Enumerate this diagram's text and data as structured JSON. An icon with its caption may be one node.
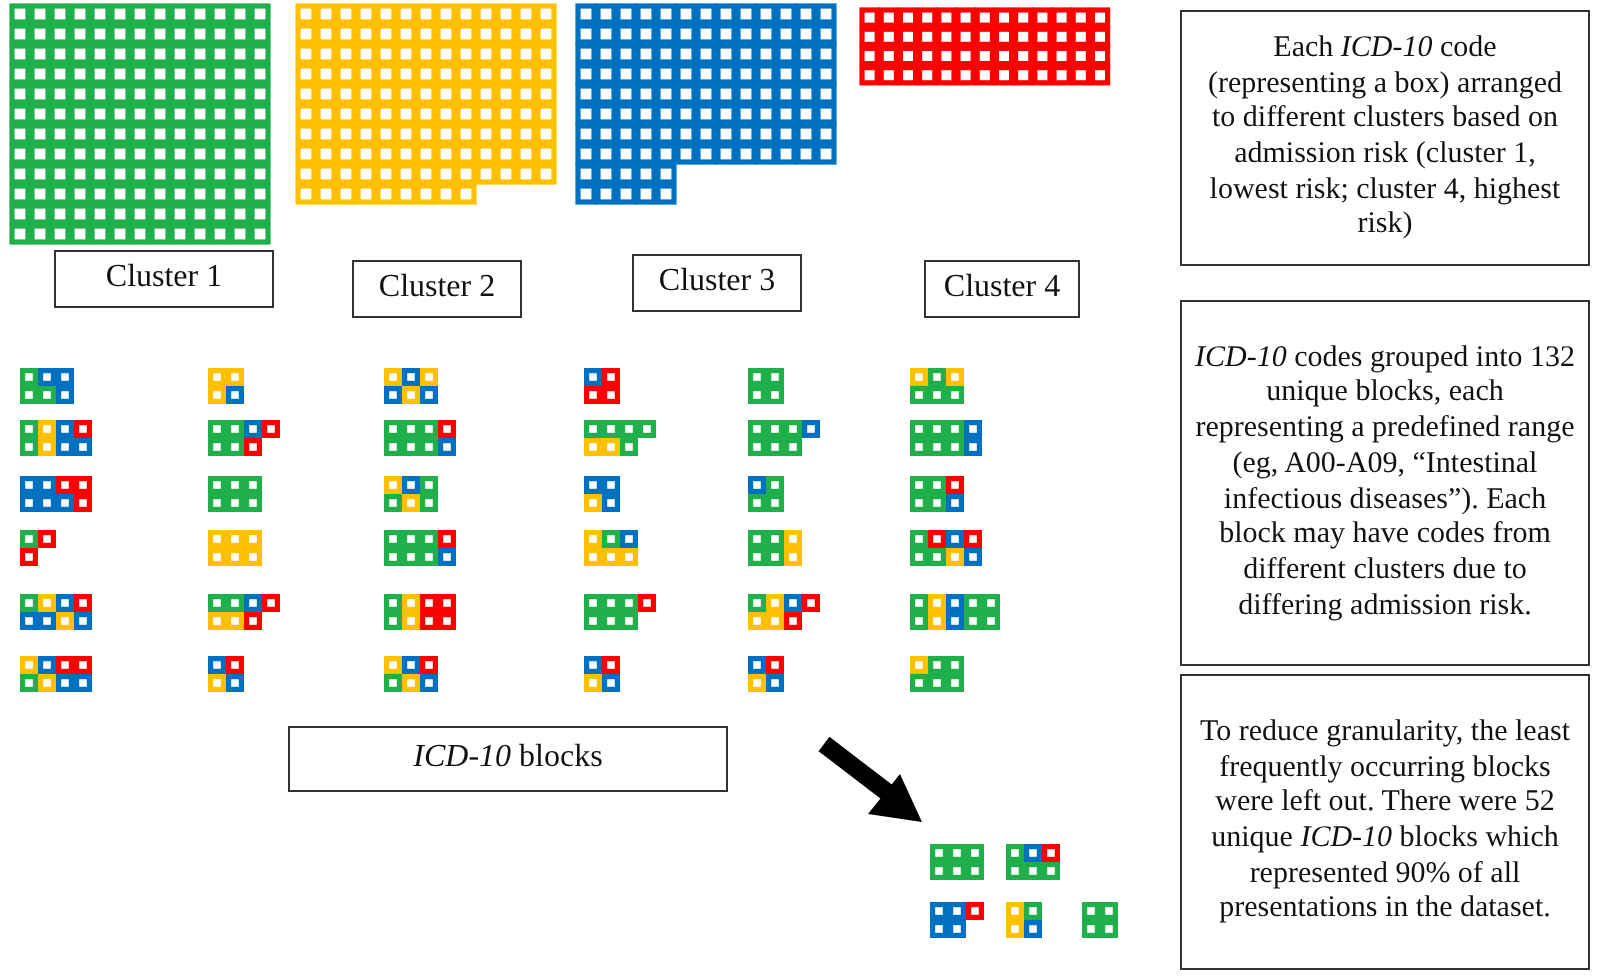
{
  "diagram": {
    "nodes": [
      {
        "text": [
          "Cluster 1"
        ]
      },
      {
        "text": [
          "Cluster 2"
        ]
      },
      {
        "text": [
          "Cluster 3"
        ]
      },
      {
        "text": [
          "Cluster 4"
        ]
      },
      {
        "text": [
          "Each *ICD-10* code (representing a box) arranged to different clusters based on admission risk (cluster 1, lowest risk; cluster 4, highest risk)"
        ]
      },
      {
        "text": [
          "*ICD-10* codes grouped into 132 unique blocks, each representing a predefined range (eg, A00-A09, “Intestinal infectious diseases”). Each block may have codes from different clusters due to differing admission risk."
        ]
      },
      {
        "text": [
          "*ICD-10* blocks"
        ]
      },
      {
        "text": [
          "To reduce granularity, the least frequently occurring blocks were left out. There were 52 unique *ICD-10* blocks which represented 90% of all presentations in the dataset."
        ]
      }
    ]
  }
}
